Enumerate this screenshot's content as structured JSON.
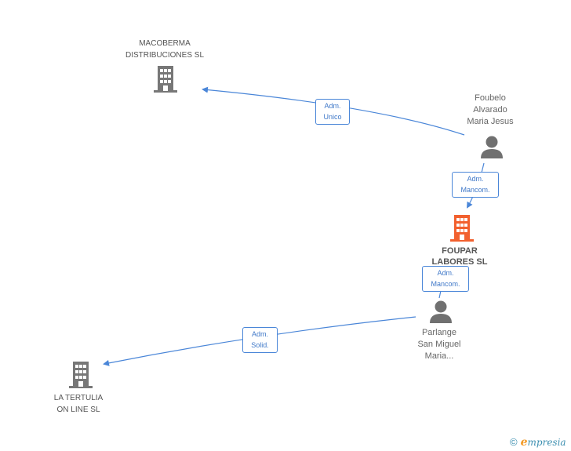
{
  "colors": {
    "edge": "#4a86d8",
    "company_icon": "#777777",
    "focus_icon": "#f2602e",
    "person_icon": "#707070"
  },
  "nodes": {
    "macoberma": {
      "lines": [
        "MACOBERMA",
        "DISTRIBUCIONES SL"
      ],
      "icon": "building-icon"
    },
    "foubelo": {
      "lines": [
        "Foubelo",
        "Alvarado",
        "Maria Jesus"
      ],
      "icon": "person-icon"
    },
    "foupar": {
      "lines": [
        "FOUPAR",
        "LABORES SL"
      ],
      "icon": "building-icon"
    },
    "parlange": {
      "lines": [
        "Parlange",
        "San Miguel",
        "Maria..."
      ],
      "icon": "person-icon"
    },
    "tertulia": {
      "lines": [
        "LA TERTULIA",
        "ON LINE SL"
      ],
      "icon": "building-icon"
    }
  },
  "edges": {
    "adm_unico": {
      "lines": [
        "Adm.",
        "Unico"
      ]
    },
    "adm_mancom_1": {
      "lines": [
        "Adm.",
        "Mancom."
      ]
    },
    "adm_mancom_2": {
      "lines": [
        "Adm.",
        "Mancom."
      ]
    },
    "adm_solid": {
      "lines": [
        "Adm.",
        "Solid."
      ]
    }
  },
  "footer": {
    "copyright": "©",
    "brand_initial": "e",
    "brand_rest": "mpresia"
  }
}
